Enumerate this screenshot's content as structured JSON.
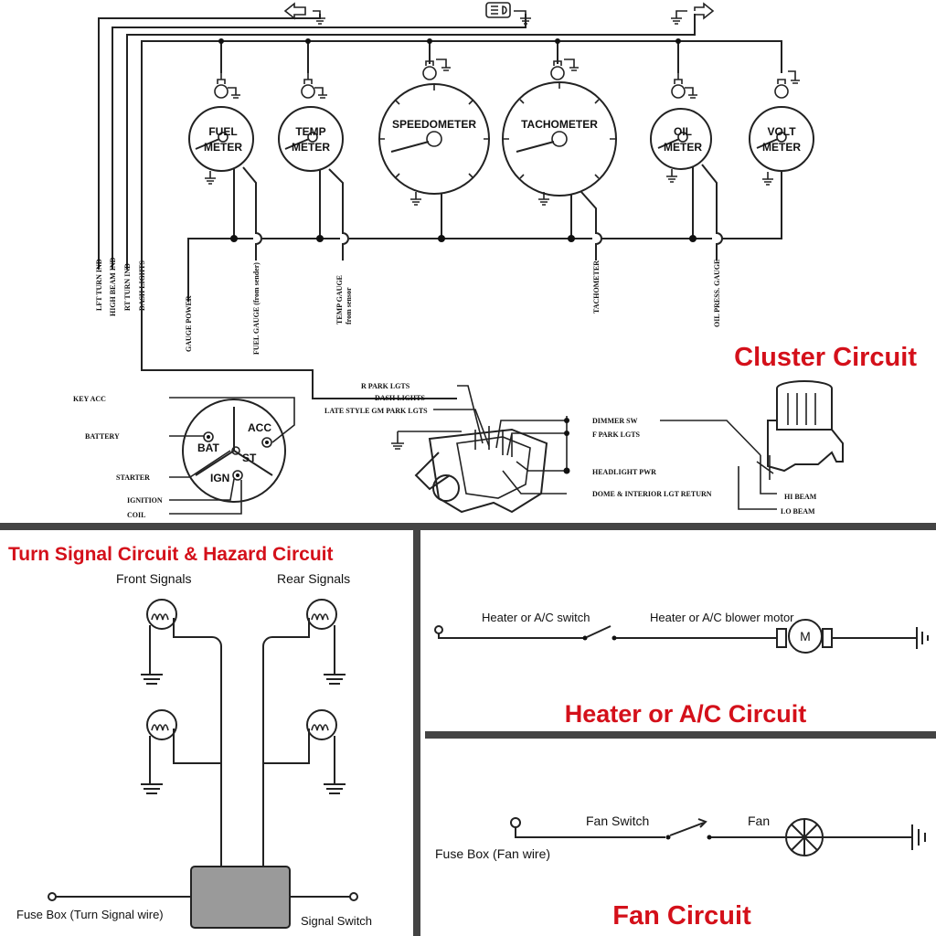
{
  "cluster": {
    "title": "Cluster Circuit",
    "gauges": {
      "fuel": [
        "FUEL",
        "METER"
      ],
      "temp": [
        "TEMP",
        "METER"
      ],
      "speedo": "SPEEDOMETER",
      "tach": "TACHOMETER",
      "oil": [
        "OIL",
        "METER"
      ],
      "volt": [
        "VOLT",
        "METER"
      ]
    },
    "vertical_labels": {
      "lft_turn": "LFT TURN IND",
      "high_beam": "HIGH BEAM IND",
      "rt_turn": "RT TURN IND",
      "dash_lights": "DASH LIGHTS",
      "gauge_power": "GAUGE POWER",
      "fuel_gauge": "FUEL GAUGE (from sender)",
      "temp_gauge": "TEMP GAUGE",
      "temp_gauge_sub": "from sensor",
      "tachometer": "TACHOMETER",
      "oil_press": "OIL PRESS. GAUGE"
    },
    "ignition": {
      "key_acc": "KEY ACC",
      "battery": "BATTERY",
      "starter": "STARTER",
      "ignition": "IGNITION",
      "coil": "COIL",
      "bat": "BAT",
      "acc": "ACC",
      "st": "ST",
      "ign": "IGN"
    },
    "headlight_switch": {
      "r_park": "R PARK LGTS",
      "dash": "DASH LIGHTS",
      "late_style": "LATE STYLE GM PARK LGTS",
      "dimmer": "DIMMER SW",
      "f_park": "F PARK LGTS",
      "headlight_pwr": "HEADLIGHT PWR",
      "dome": "DOME & INTERIOR LGT RETURN",
      "hi_beam": "HI BEAM",
      "lo_beam": "LO BEAM"
    }
  },
  "turn_signal": {
    "title": "Turn Signal Circuit & Hazard Circuit",
    "front": "Front Signals",
    "rear": "Rear Signals",
    "fuse_box": "Fuse Box (Turn Signal wire)",
    "switch": "Signal Switch"
  },
  "heater": {
    "title": "Heater or A/C Circuit",
    "switch_label": "Heater or A/C switch",
    "motor_label": "Heater or A/C blower motor",
    "motor_symbol": "M"
  },
  "fan": {
    "title": "Fan Circuit",
    "switch_label": "Fan Switch",
    "fan_label": "Fan",
    "fuse_box": "Fuse Box (Fan wire)"
  },
  "colors": {
    "title_red": "#d4101a",
    "divider": "#444444",
    "relay_fill": "#9a9a9a"
  }
}
